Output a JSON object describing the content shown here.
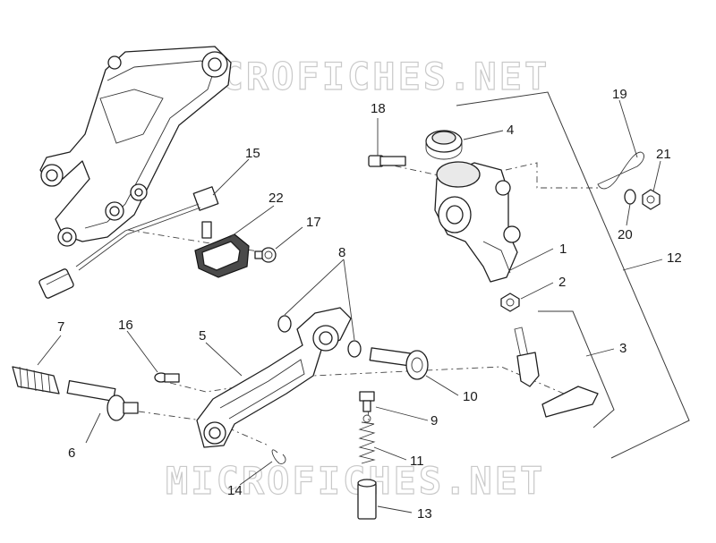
{
  "watermark": {
    "top": "MICROFICHES.NET",
    "bottom": "MICROFICHES.NET"
  },
  "callouts": {
    "c1": "1",
    "c2": "2",
    "c3": "3",
    "c4": "4",
    "c5": "5",
    "c6": "6",
    "c7": "7",
    "c8": "8",
    "c9": "9",
    "c10": "10",
    "c11": "11",
    "c12": "12",
    "c13": "13",
    "c14": "14",
    "c15": "15",
    "c16": "16",
    "c17": "17",
    "c18": "18",
    "c19": "19",
    "c20": "20",
    "c21": "21",
    "c22": "22"
  }
}
